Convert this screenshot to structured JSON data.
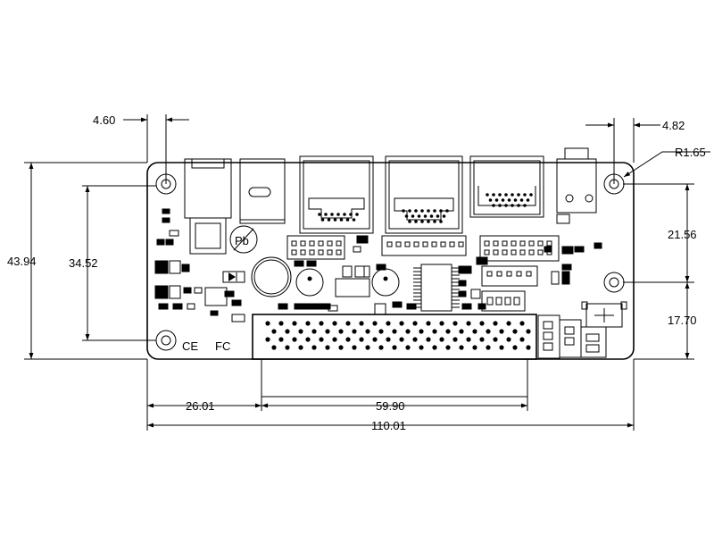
{
  "drawing": {
    "dimensions": {
      "hole_offset_left": "4.60",
      "hole_offset_right": "4.82",
      "hole_radius": "R1.65",
      "board_height": "43.94",
      "hole_spacing_left": "34.52",
      "right_upper": "21.56",
      "right_lower": "17.70",
      "left_to_connector": "26.01",
      "connector_width": "59.90",
      "board_width": "110.01"
    },
    "marks": {
      "ce": "CE",
      "fc": "FC",
      "pb": "Pb"
    }
  }
}
